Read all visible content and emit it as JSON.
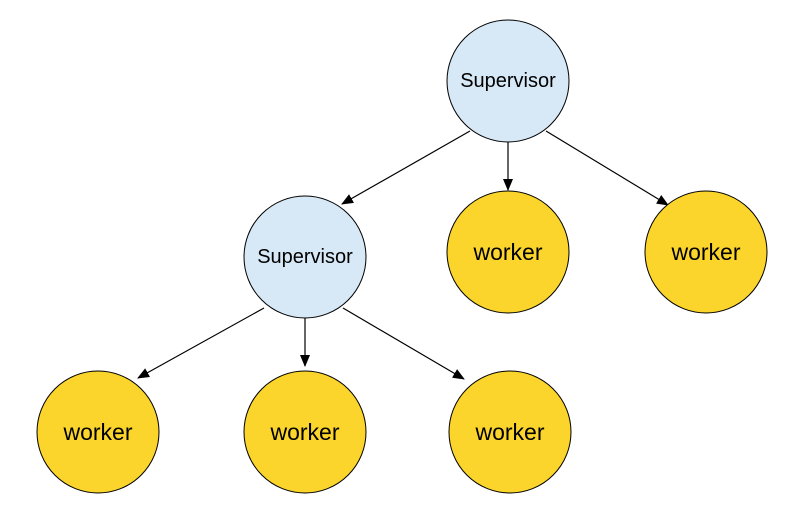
{
  "colors": {
    "supervisor_fill": "#d7e9f7",
    "worker_fill": "#fbd52c",
    "edge": "#000000"
  },
  "nodes": [
    {
      "id": "root",
      "kind": "supervisor",
      "label": "Supervisor"
    },
    {
      "id": "sub",
      "kind": "supervisor",
      "label": "Supervisor"
    },
    {
      "id": "w1",
      "kind": "worker",
      "label": "worker"
    },
    {
      "id": "w2",
      "kind": "worker",
      "label": "worker"
    },
    {
      "id": "w3",
      "kind": "worker",
      "label": "worker"
    },
    {
      "id": "w4",
      "kind": "worker",
      "label": "worker"
    },
    {
      "id": "w5",
      "kind": "worker",
      "label": "worker"
    }
  ],
  "edges": [
    {
      "from": "root",
      "to": "sub"
    },
    {
      "from": "root",
      "to": "w1"
    },
    {
      "from": "root",
      "to": "w2"
    },
    {
      "from": "sub",
      "to": "w3"
    },
    {
      "from": "sub",
      "to": "w4"
    },
    {
      "from": "sub",
      "to": "w5"
    }
  ]
}
